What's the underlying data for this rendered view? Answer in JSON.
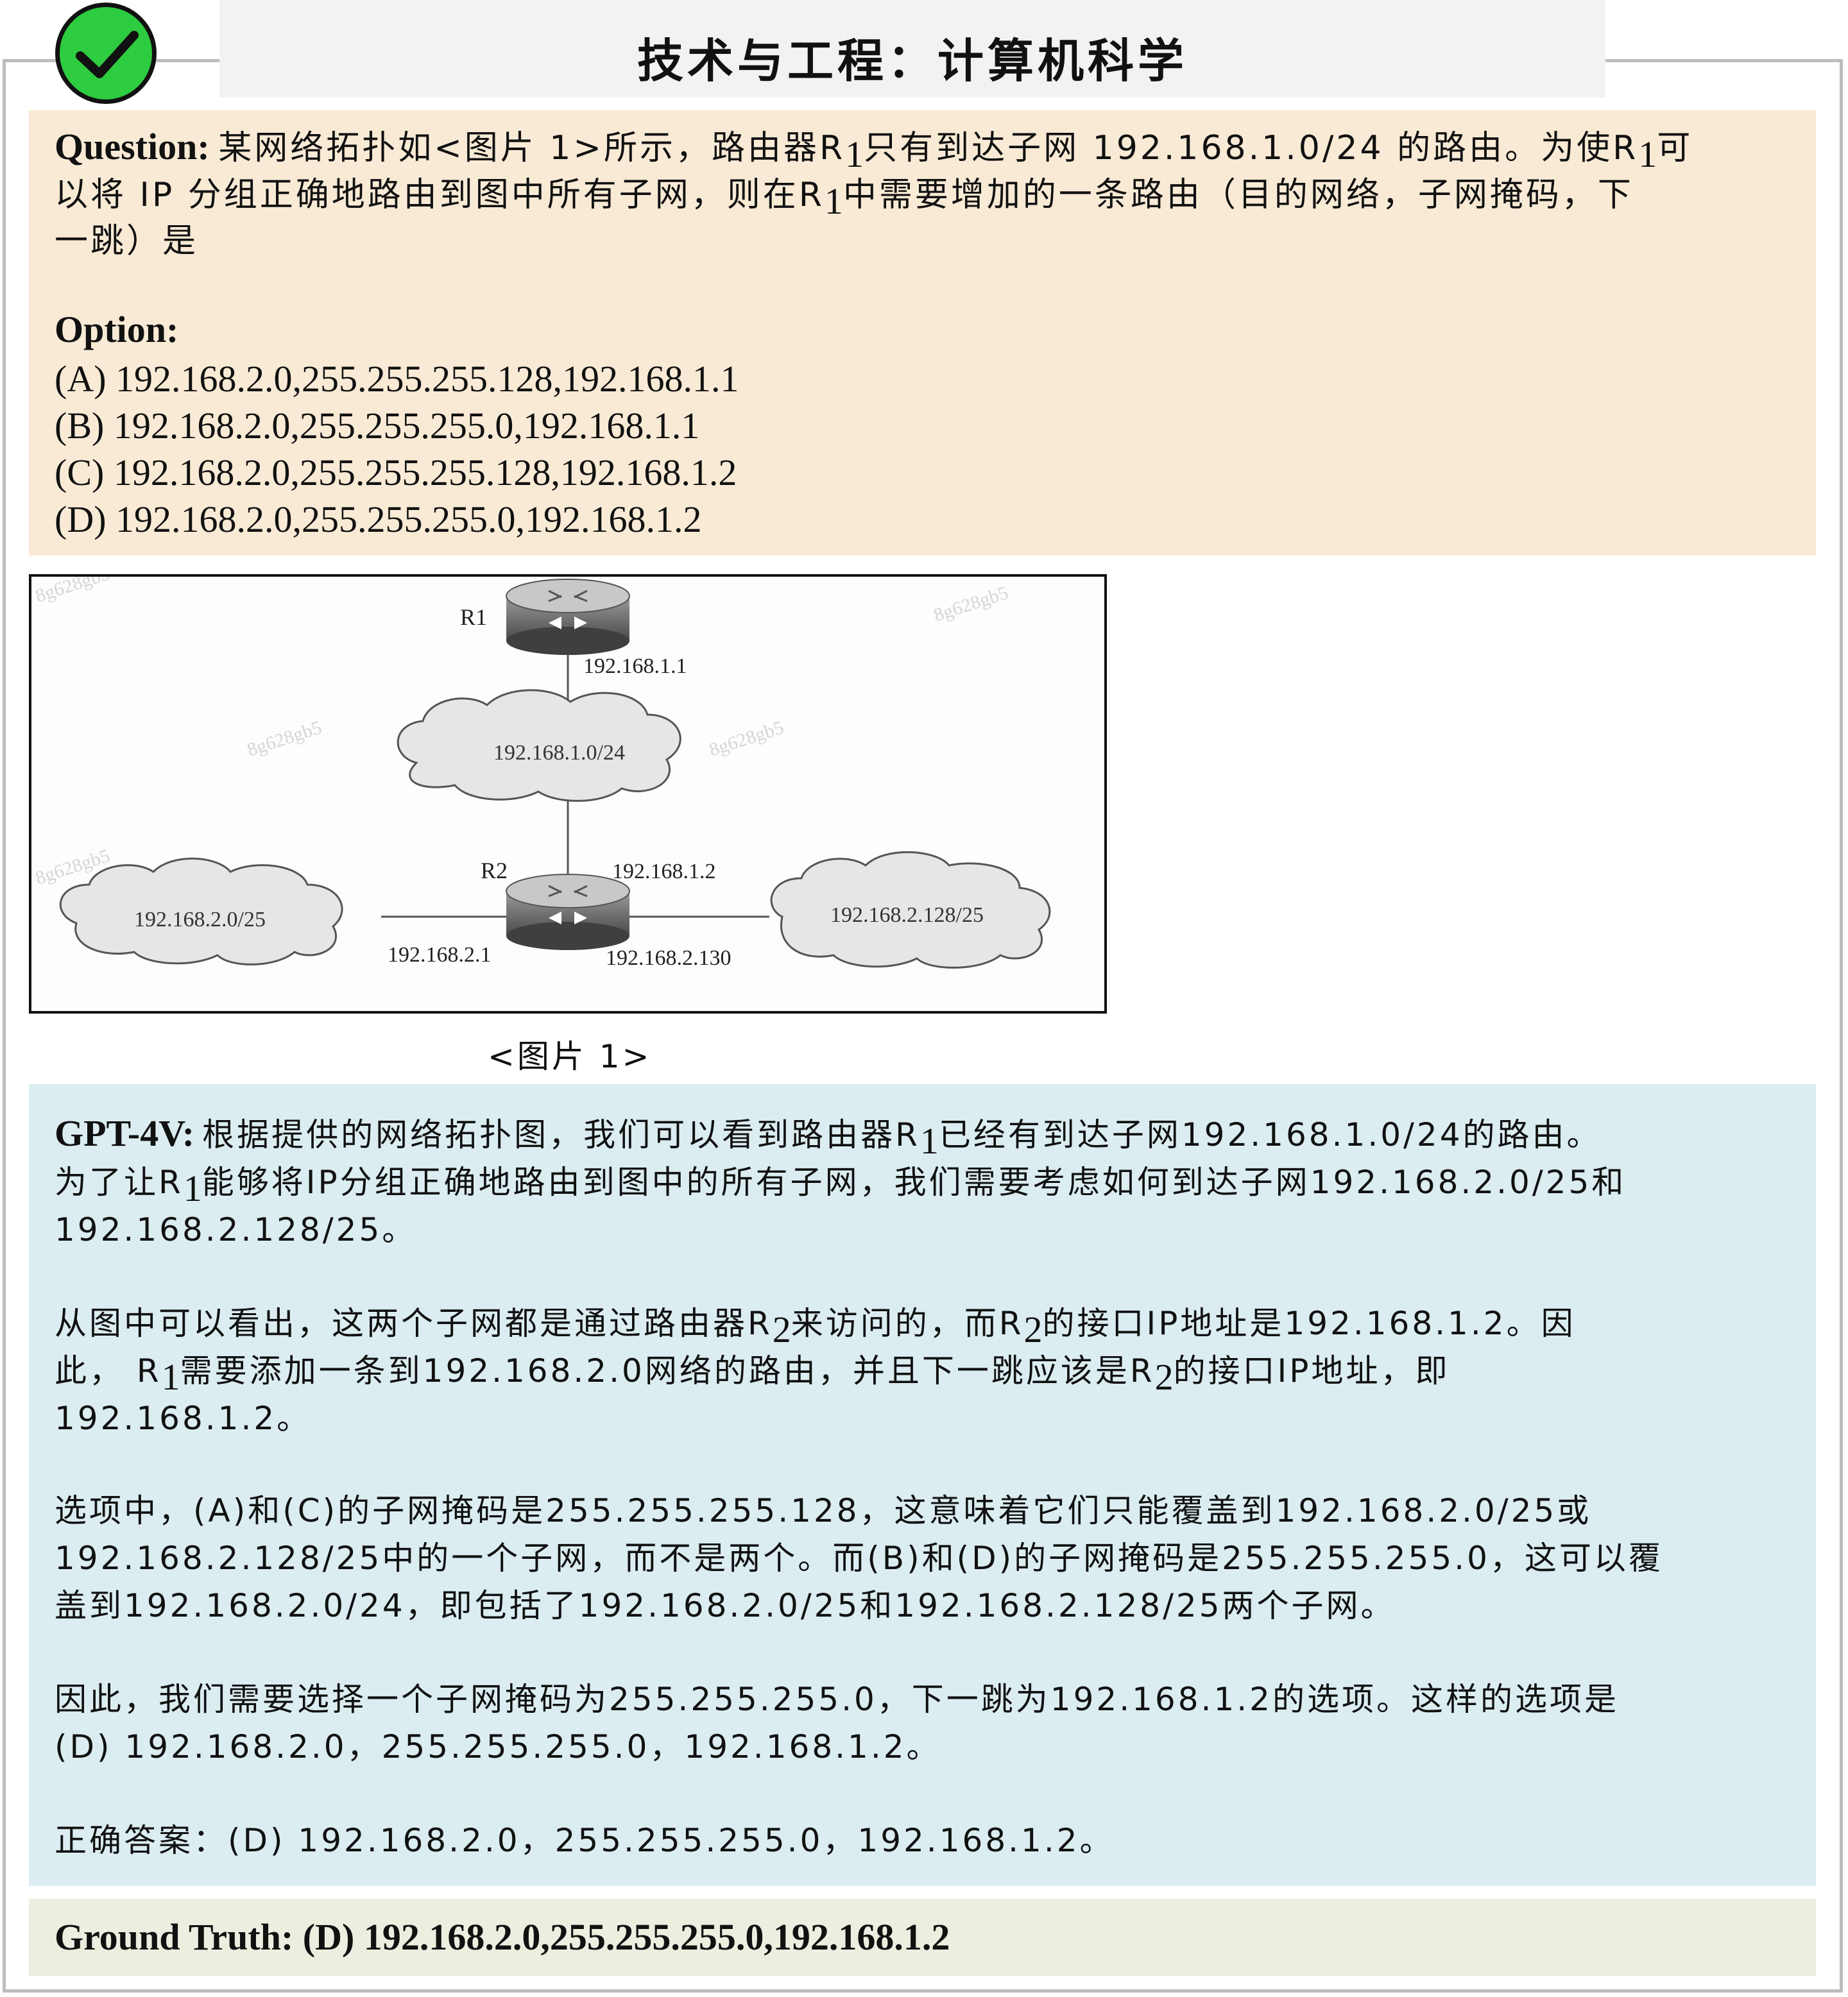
{
  "header": {
    "title": "技术与工程：计算机科学"
  },
  "question": {
    "label": "Question:",
    "line1_a": "某网络拓扑如<图片 1>所示，路由器R",
    "line1_sub": "1",
    "line1_b": "只有到达子网 192.168.1.0/24 的路由。为使R",
    "line1_sub2": "1",
    "line1_c": "可",
    "line2_a": "以将 IP 分组正确地路由到图中所有子网，则在R",
    "line2_sub": "1",
    "line2_b": "中需要增加的一条路由（目的网络，子网掩码，下",
    "line3": "一跳）是",
    "option_label": "Option:",
    "options": [
      "(A) 192.168.2.0,255.255.255.128,192.168.1.1",
      "(B) 192.168.2.0,255.255.255.0,192.168.1.1",
      "(C) 192.168.2.0,255.255.255.128,192.168.1.2",
      "(D) 192.168.2.0,255.255.255.0,192.168.1.2"
    ]
  },
  "figure": {
    "r1_label": "R1",
    "r1_ip": "192.168.1.1",
    "top_cloud": "192.168.1.0/24",
    "r2_label": "R2",
    "r2_top_ip": "192.168.1.2",
    "left_cloud": "192.168.2.0/25",
    "left_ip": "192.168.2.1",
    "right_cloud": "192.168.2.128/25",
    "right_ip": "192.168.2.130",
    "watermark": "8g628gb5",
    "caption": "<图片 1>"
  },
  "answer": {
    "label": "GPT-4V:",
    "p1_l1_a": "根据提供的网络拓扑图，我们可以看到路由器R",
    "p1_l1_sub": "1",
    "p1_l1_b": "已经有到达子网192.168.1.0/24的路由。",
    "p1_l2_a": "为了让R",
    "p1_l2_sub": "1",
    "p1_l2_b": "能够将IP分组正确地路由到图中的所有子网，我们需要考虑如何到达子网192.168.2.0/25和",
    "p1_l3": "192.168.2.128/25。",
    "p2_l1_a": "从图中可以看出，这两个子网都是通过路由器R",
    "p2_l1_sub": "2",
    "p2_l1_b": "来访问的，而R",
    "p2_l1_sub2": "2",
    "p2_l1_c": "的接口IP地址是192.168.1.2。因",
    "p2_l2_a": "此， R",
    "p2_l2_sub": "1",
    "p2_l2_b": "需要添加一条到192.168.2.0网络的路由，并且下一跳应该是R",
    "p2_l2_sub2": "2",
    "p2_l2_c": "的接口IP地址，即",
    "p2_l3": "192.168.1.2。",
    "p3_l1": "选项中，(A)和(C)的子网掩码是255.255.255.128，这意味着它们只能覆盖到192.168.2.0/25或",
    "p3_l2": "192.168.2.128/25中的一个子网，而不是两个。而(B)和(D)的子网掩码是255.255.255.0，这可以覆",
    "p3_l3": "盖到192.168.2.0/24，即包括了192.168.2.0/25和192.168.2.128/25两个子网。",
    "p4_l1": "因此，我们需要选择一个子网掩码为255.255.255.0，下一跳为192.168.1.2的选项。这样的选项是",
    "p4_l2": "(D) 192.168.2.0，255.255.255.0，192.168.1.2。",
    "p5_l1": "正确答案：(D) 192.168.2.0，255.255.255.0，192.168.1.2。"
  },
  "ground_truth": {
    "text": "Ground Truth: (D) 192.168.2.0,255.255.255.0,192.168.1.2"
  },
  "colors": {
    "question_bg": "#f8ead5",
    "answer_bg": "#dbedf1",
    "ground_truth_bg": "#ebefdf",
    "badge": "#2ecc40"
  }
}
